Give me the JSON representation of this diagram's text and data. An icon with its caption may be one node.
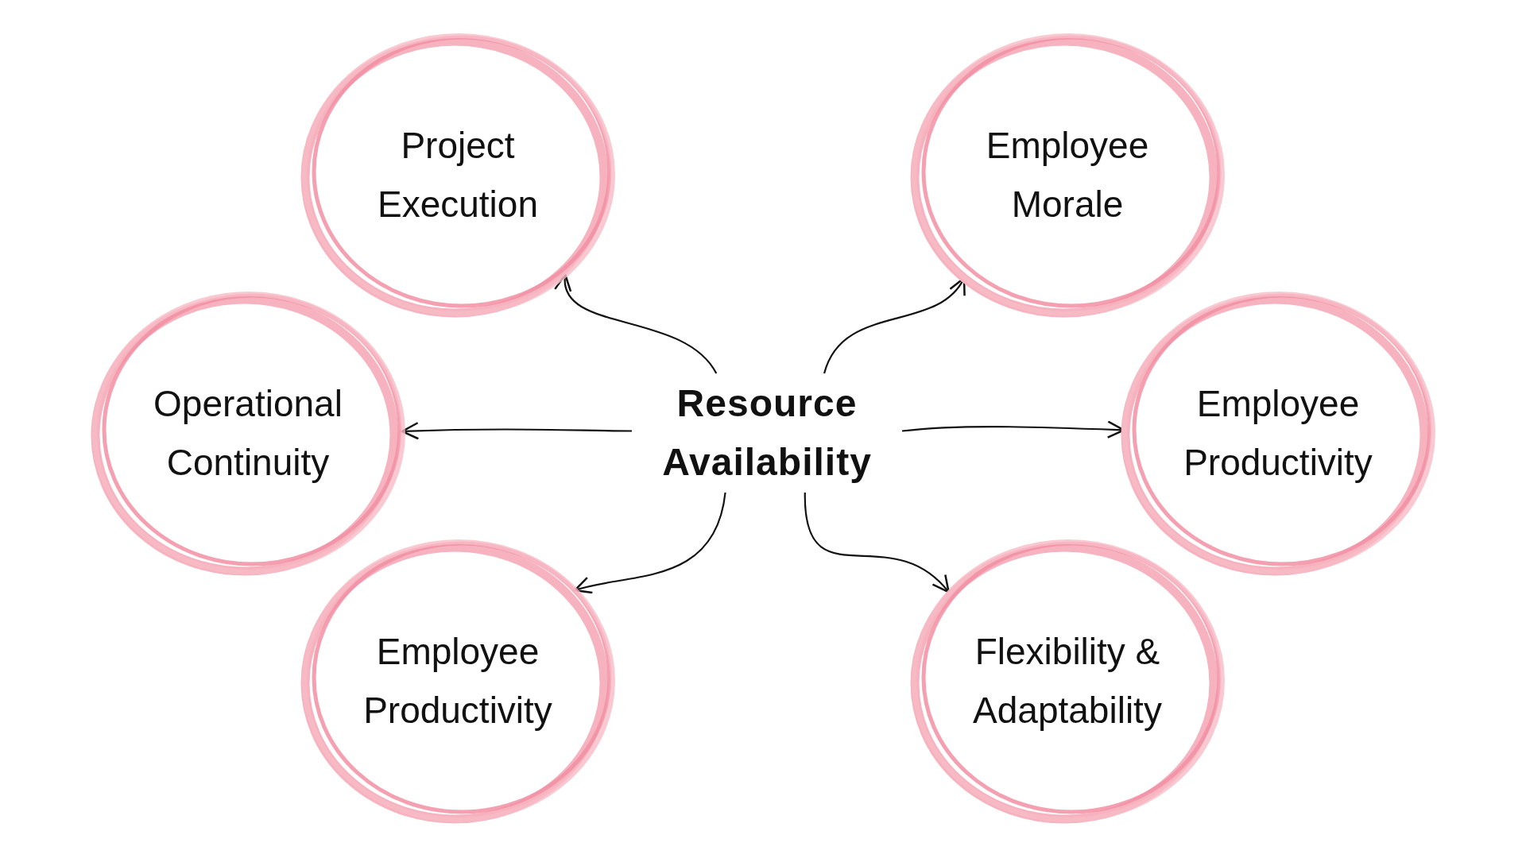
{
  "diagram": {
    "nodes": [
      {
        "text": [
          "Resource Availability"
        ]
      },
      {
        "text": [
          "Project Execution"
        ]
      },
      {
        "text": [
          "Employee Morale"
        ]
      },
      {
        "text": [
          "Operational Continuity"
        ]
      },
      {
        "text": [
          "Employee Productivity"
        ]
      },
      {
        "text": [
          "Employee Productivity"
        ]
      },
      {
        "text": [
          "Flexibility & Adaptability"
        ]
      }
    ],
    "edges": [
      {
        "from": 0,
        "to": 1,
        "arrow": "to"
      },
      {
        "from": 0,
        "to": 2,
        "arrow": "to"
      },
      {
        "from": 0,
        "to": 3,
        "arrow": "to"
      },
      {
        "from": 0,
        "to": 4,
        "arrow": "to"
      },
      {
        "from": 0,
        "to": 5,
        "arrow": "to"
      },
      {
        "from": 0,
        "to": 6,
        "arrow": "to"
      }
    ]
  }
}
